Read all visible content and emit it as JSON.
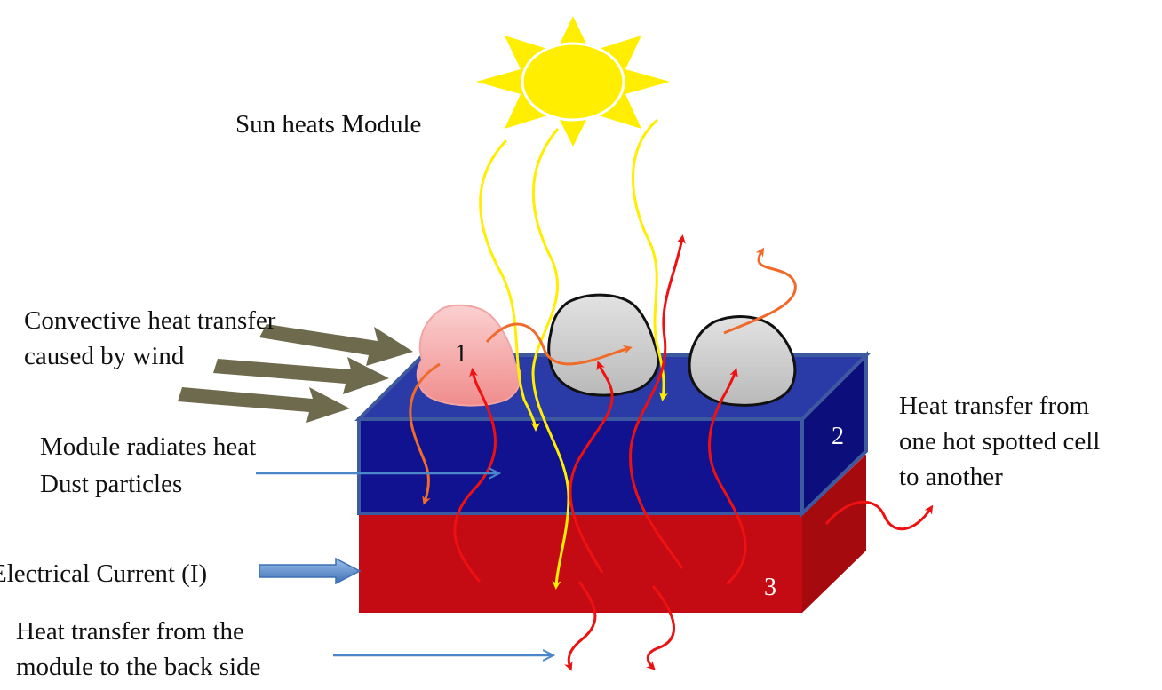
{
  "labels": {
    "sun": "Sun heats Module",
    "convective_line1": "Convective heat transfer",
    "convective_line2": "caused by wind",
    "radiates": "Module radiates heat",
    "dust": "Dust particles",
    "current": "Electrical Current (I)",
    "back_line1": "Heat transfer from the",
    "back_line2": "module to the back side",
    "hotspot_line1": "Heat transfer from",
    "hotspot_line2": "one hot spotted cell",
    "hotspot_line3": "to another"
  },
  "markers": {
    "hot_particle": "1",
    "layer_top": "2",
    "layer_bottom": "3"
  },
  "colors": {
    "sun": "#ffee00",
    "layer_top": "#10128f",
    "layer_top_lid": "#2a3aa6",
    "layer_bottom": "#c40a12",
    "heat_arrow": "#ee1111",
    "conduction_arrow": "#f06a2a",
    "light_ray": "#ffee00",
    "wind_arrow": "#6d6a4d",
    "hot_particle": "#f7a7a7",
    "dust_particle": "#c9c9c9",
    "pointer_arrow": "#4a86c8"
  }
}
